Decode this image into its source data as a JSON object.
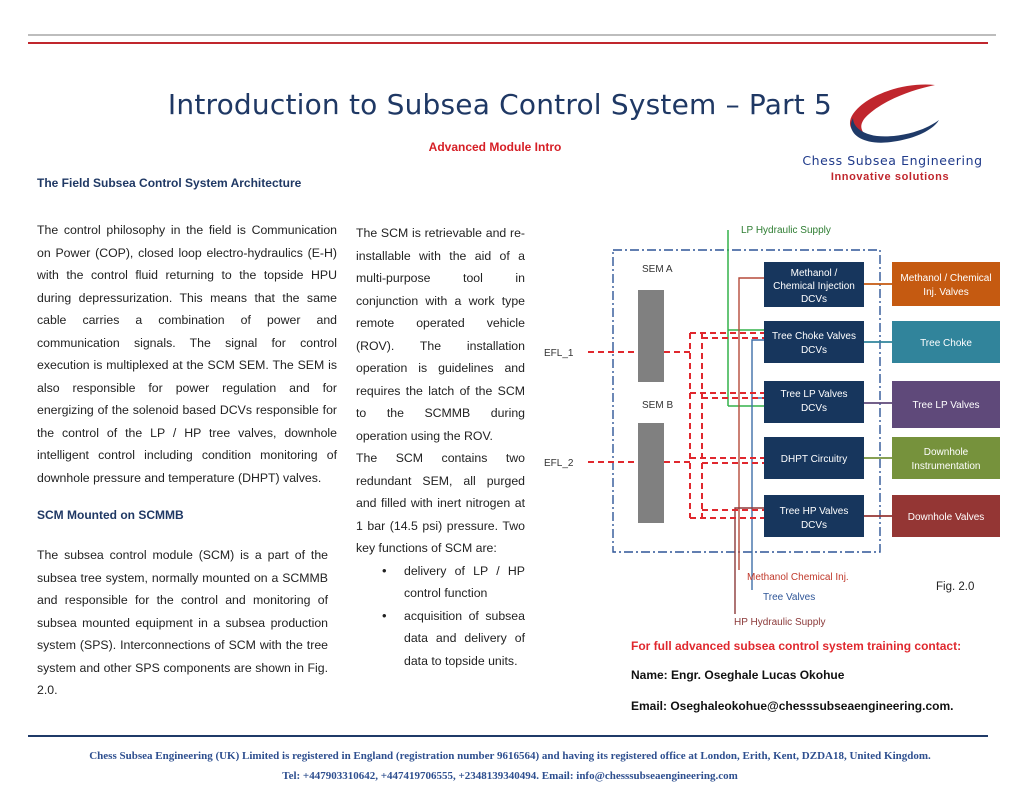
{
  "header": {
    "title": "Introduction to Subsea Control System – Part 5",
    "subtitle": "Advanced Module Intro"
  },
  "logo": {
    "company": "Chess Subsea Engineering",
    "tagline": "Innovative solutions",
    "colors": {
      "red": "#c0262d",
      "navy": "#1f3a68"
    }
  },
  "col1": {
    "heading1": "The Field Subsea Control System Architecture",
    "para1": "The control philosophy in the field is Communication on Power (COP), closed loop electro-hydraulics (E-H) with the control fluid returning to the topside HPU during depressurization. This means that the same cable carries a combination of power and communication signals. The signal for control execution is multiplexed at the SCM SEM. The SEM is also responsible for power regulation and for energizing of the solenoid based DCVs responsible for the control of the LP / HP tree valves, downhole intelligent control including condition monitoring of downhole pressure and temperature (DHPT) valves.",
    "heading2": "SCM Mounted on SCMMB",
    "para2": "The subsea control module (SCM) is a part of the subsea tree system, normally mounted on a SCMMB and responsible for the control and monitoring of subsea mounted equipment in a subsea production system (SPS). Interconnections of SCM with the tree system and other SPS components are shown in Fig. 2.0."
  },
  "col2": {
    "para1": "The SCM is retrievable and re-installable with the aid of a multi-purpose tool in conjunction with a work type remote operated vehicle (ROV). The installation operation is guidelines and requires the latch of the SCM to the SCMMB during operation using the ROV.",
    "para2": "The SCM contains two redundant SEM, all purged and filled with inert nitrogen at 1 bar (14.5 psi) pressure. Two key functions of SCM are:",
    "bullets": [
      "delivery of LP / HP control function",
      "acquisition of subsea data and delivery of data to topside units."
    ]
  },
  "diagram": {
    "lp_supply": "LP Hydraulic Supply",
    "hp_supply": "HP Hydraulic Supply",
    "methanol_inj": "Methanol Chemical Inj.",
    "tree_valves": "Tree Valves",
    "efl1": "EFL_1",
    "efl2": "EFL_2",
    "sem_a": "SEM A",
    "sem_b": "SEM B",
    "dcv_boxes": [
      {
        "line1": "Methanol /",
        "line2": "Chemical Injection",
        "line3": "DCVs"
      },
      {
        "line1": "Tree Choke Valves",
        "line2": "DCVs"
      },
      {
        "line1": "Tree LP Valves",
        "line2": "DCVs"
      },
      {
        "line1": "DHPT Circuitry"
      },
      {
        "line1": "Tree HP Valves",
        "line2": "DCVs"
      }
    ],
    "outputs": [
      {
        "line1": "Methanol / Chemical",
        "line2": "Inj. Valves",
        "color": "#c55a11"
      },
      {
        "line1": "Tree Choke",
        "color": "#31849b"
      },
      {
        "line1": "Tree LP Valves",
        "color": "#5f497a"
      },
      {
        "line1": "Downhole",
        "line2": "Instrumentation",
        "color": "#76923c"
      },
      {
        "line1": "Downhole Valves",
        "color": "#943634"
      }
    ],
    "dcv_color": "#17365d",
    "fig_label": "Fig. 2.0"
  },
  "contact": {
    "heading": "For full advanced subsea control system training contact:",
    "name": "Name: Engr. Oseghale Lucas Okohue",
    "email": "Email: Oseghaleokohue@chesssubseaengineering.com."
  },
  "footer": {
    "line1": "Chess Subsea Engineering (UK) Limited is registered in England (registration number 9616564) and having its registered office at London, Erith, Kent, DZDA18, United Kingdom.",
    "line2": "Tel: +447903310642, +447419706555, +2348139340494. Email: info@chesssubseaengineering.com"
  }
}
